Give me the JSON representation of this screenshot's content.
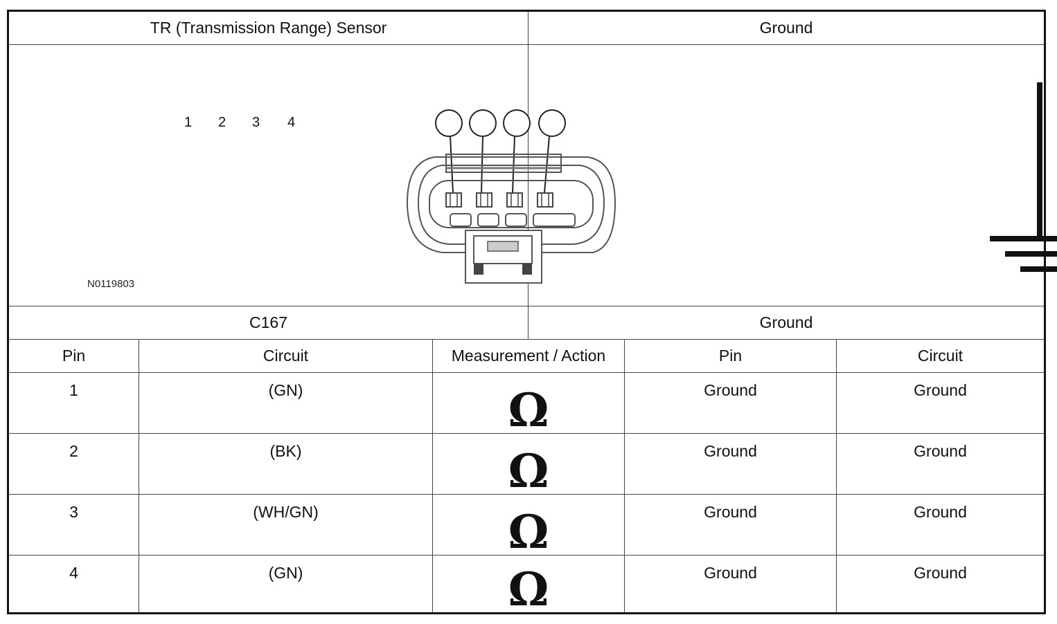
{
  "top": {
    "left_title": "TR (Transmission Range) Sensor",
    "right_title": "Ground",
    "figure_id": "N0119803",
    "pin_callouts": [
      "1",
      "2",
      "3",
      "4"
    ]
  },
  "connector": {
    "left_label": "C167",
    "right_label": "Ground"
  },
  "table": {
    "headers": [
      "Pin",
      "Circuit",
      "Measurement / Action",
      "Pin",
      "Circuit"
    ],
    "rows": [
      {
        "pin": "1",
        "circuit": "(GN)",
        "symbol": "Ω",
        "pin2": "Ground",
        "circuit2": "Ground"
      },
      {
        "pin": "2",
        "circuit": "(BK)",
        "symbol": "Ω",
        "pin2": "Ground",
        "circuit2": "Ground"
      },
      {
        "pin": "3",
        "circuit": "(WH/GN)",
        "symbol": "Ω",
        "pin2": "Ground",
        "circuit2": "Ground"
      },
      {
        "pin": "4",
        "circuit": "(GN)",
        "symbol": "Ω",
        "pin2": "Ground",
        "circuit2": "Ground"
      }
    ]
  }
}
